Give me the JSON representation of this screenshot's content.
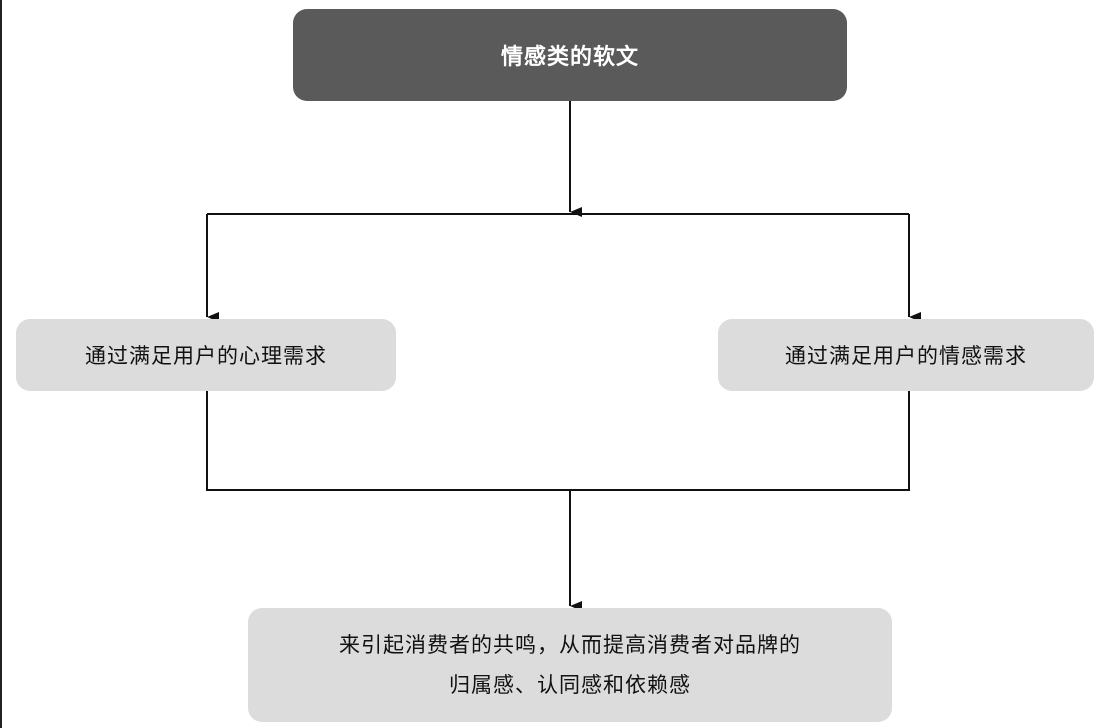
{
  "diagram": {
    "root": {
      "label": "情感类的软文"
    },
    "branches": [
      {
        "label": "通过满足用户的心理需求"
      },
      {
        "label": "通过满足用户的情感需求"
      }
    ],
    "result": {
      "lines": [
        "来引起消费者的共鸣，从而提高消费者对品牌的",
        "归属感、认同感和依赖感"
      ]
    },
    "colors": {
      "root_fill": "#5a5a5a",
      "root_text": "#ffffff",
      "box_fill": "#dcdcdc",
      "box_text": "#111111",
      "connector": "#111111"
    }
  }
}
